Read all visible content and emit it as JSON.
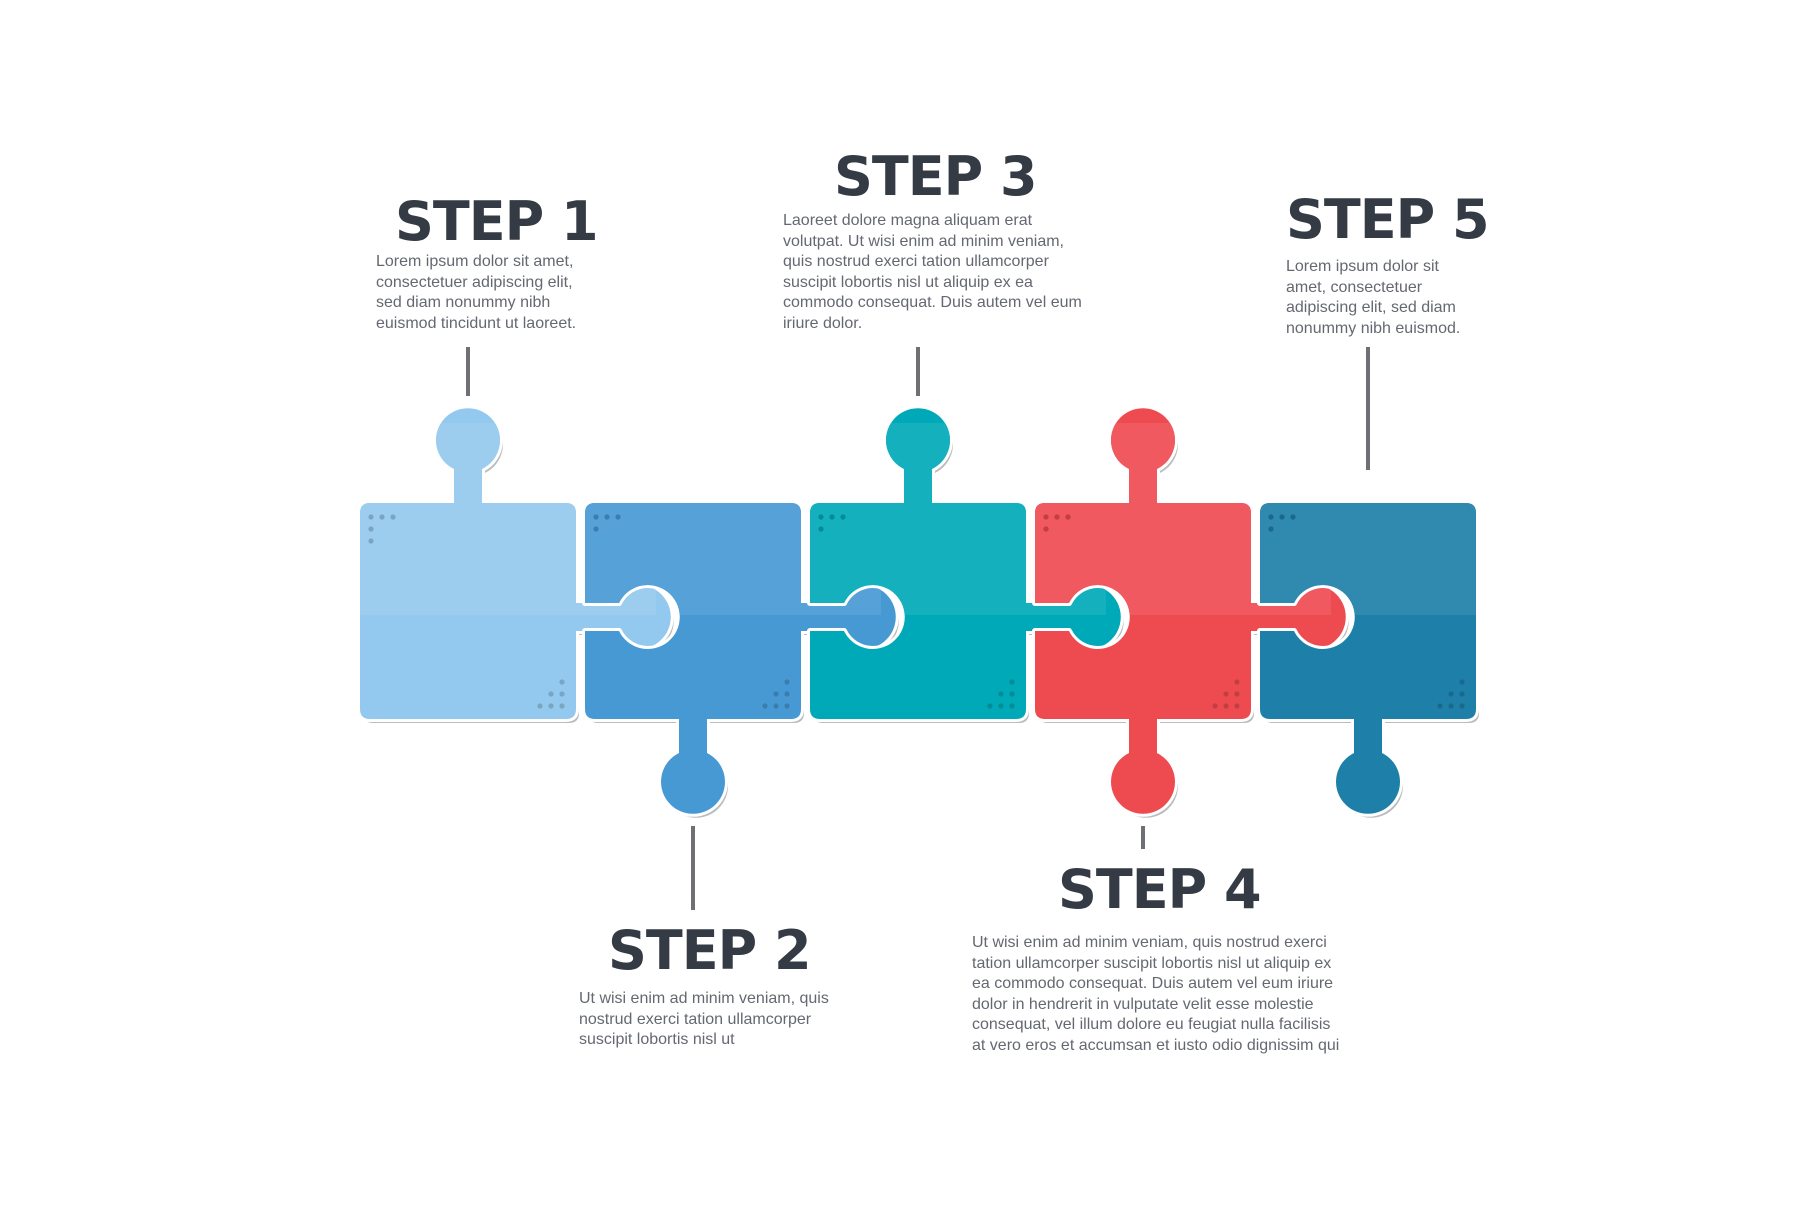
{
  "steps": [
    {
      "title": "STEP 1",
      "description": "Lorem ipsum dolor sit amet,\nconsectetuer adipiscing elit,\nsed diam nonummy nibh\neuismod tincidunt ut laoreet.",
      "color": "#93c9ee",
      "tab": "top",
      "label_position": "top"
    },
    {
      "title": "STEP 2",
      "description": "Ut wisi enim ad minim veniam, quis\nnostrud exerci tation ullamcorper\nsuscipit lobortis nisl ut",
      "color": "#4799d4",
      "tab": "bottom",
      "label_position": "bottom"
    },
    {
      "title": "STEP 3",
      "description": "Laoreet dolore magna aliquam erat\nvolutpat. Ut wisi enim ad minim veniam,\nquis nostrud exerci tation ullamcorper\nsuscipit lobortis nisl ut aliquip ex ea\ncommodo consequat. Duis autem vel eum\niriure dolor.",
      "color": "#00a9b8",
      "tab": "top",
      "label_position": "top"
    },
    {
      "title": "STEP 4",
      "description": "Ut wisi enim ad minim veniam, quis nostrud exerci\ntation ullamcorper suscipit lobortis nisl ut aliquip ex\nea commodo consequat. Duis autem vel eum iriure\ndolor in hendrerit in vulputate velit esse molestie\nconsequat, vel illum dolore eu feugiat nulla facilisis\nat vero eros et accumsan et iusto odio dignissim qui",
      "color": "#ee4b51",
      "tab": "both",
      "label_position": "bottom"
    },
    {
      "title": "STEP 5",
      "description": "Lorem ipsum dolor sit\namet, consectetuer\nadipiscing elit, sed diam\nnonummy nibh euismod.",
      "color": "#1e80a8",
      "tab": "bottom",
      "label_position": "top"
    }
  ],
  "colors": {
    "title_text": "#353b45",
    "body_text": "#646870",
    "connector": "#6e7074",
    "background": "#ffffff"
  }
}
